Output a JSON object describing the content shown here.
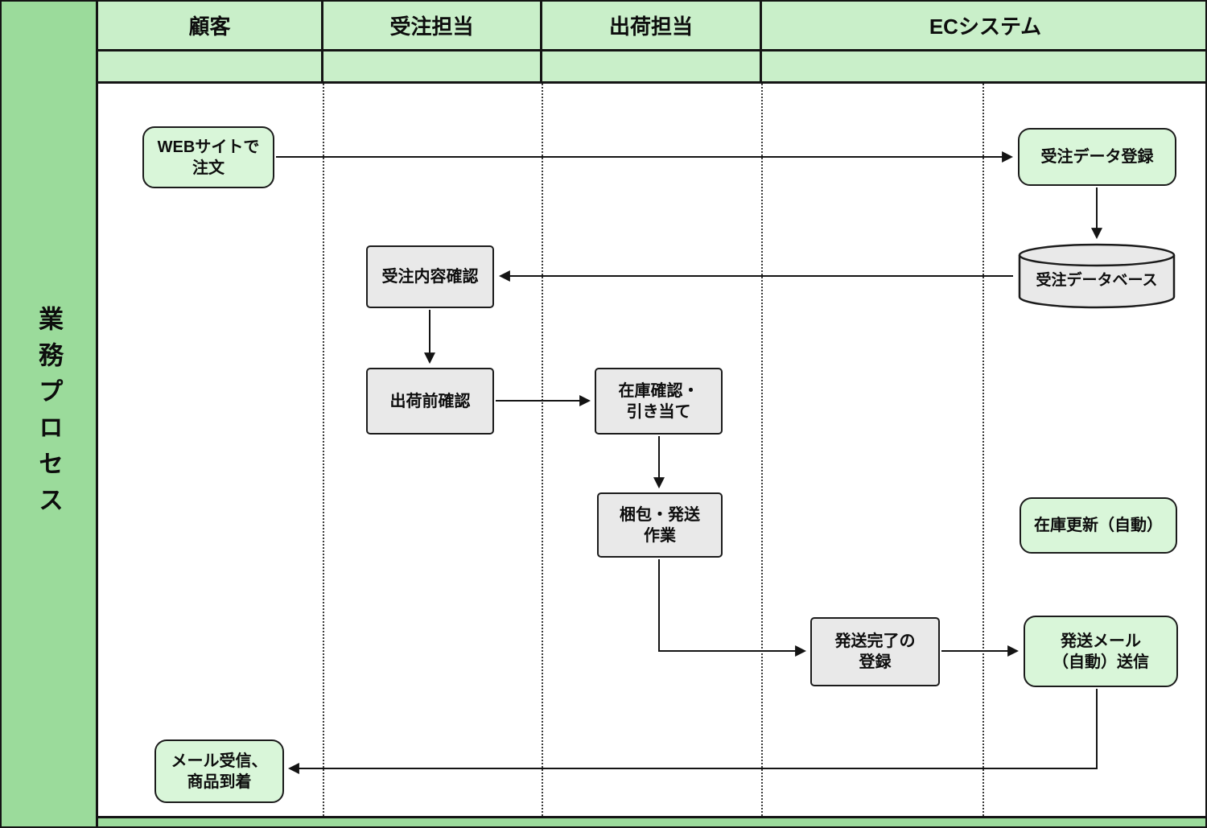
{
  "colors": {
    "band_green": "#9bdb9b",
    "header_green": "#c9efc9",
    "node_green": "#d9f6d9",
    "node_gray": "#e9e9e9"
  },
  "title_band": {
    "label": "業務プロセス"
  },
  "header": {
    "lanes": [
      {
        "label": "顧客"
      },
      {
        "label": "受注担当"
      },
      {
        "label": "出荷担当"
      },
      {
        "label": "ECシステム"
      }
    ]
  },
  "nodes": {
    "web_order": {
      "label": "WEBサイトで\n注文"
    },
    "order_data_register": {
      "label": "受注データ登録"
    },
    "order_database": {
      "label": "受注データベース"
    },
    "order_content_check": {
      "label": "受注内容確認"
    },
    "pre_shipment_check": {
      "label": "出荷前確認"
    },
    "stock_check_allocate": {
      "label": "在庫確認・\n引き当て"
    },
    "packing_shipping": {
      "label": "梱包・発送\n作業"
    },
    "stock_update_auto": {
      "label": "在庫更新（自動）"
    },
    "shipping_complete_register": {
      "label": "発送完了の\n登録"
    },
    "shipping_mail_auto": {
      "label": "発送メール\n（自動）送信"
    },
    "mail_receive_arrival": {
      "label": "メール受信、\n商品到着"
    }
  }
}
